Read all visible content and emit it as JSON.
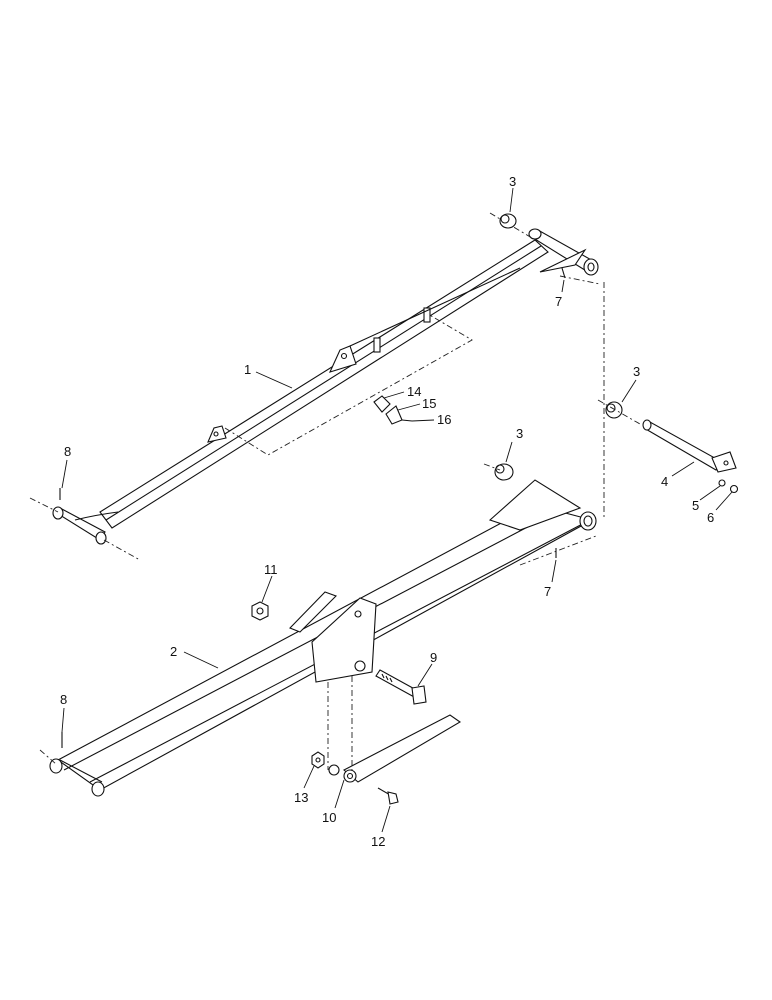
{
  "diagram": {
    "callouts": [
      {
        "id": "c1",
        "text": "1"
      },
      {
        "id": "c2",
        "text": "2"
      },
      {
        "id": "c3a",
        "text": "3"
      },
      {
        "id": "c3b",
        "text": "3"
      },
      {
        "id": "c3c",
        "text": "3"
      },
      {
        "id": "c4",
        "text": "4"
      },
      {
        "id": "c5",
        "text": "5"
      },
      {
        "id": "c6",
        "text": "6"
      },
      {
        "id": "c7a",
        "text": "7"
      },
      {
        "id": "c7b",
        "text": "7"
      },
      {
        "id": "c8a",
        "text": "8"
      },
      {
        "id": "c8b",
        "text": "8"
      },
      {
        "id": "c9",
        "text": "9"
      },
      {
        "id": "c10",
        "text": "10"
      },
      {
        "id": "c11",
        "text": "11"
      },
      {
        "id": "c12",
        "text": "12"
      },
      {
        "id": "c13",
        "text": "13"
      },
      {
        "id": "c14",
        "text": "14"
      },
      {
        "id": "c15",
        "text": "15"
      },
      {
        "id": "c16",
        "text": "16"
      }
    ]
  }
}
